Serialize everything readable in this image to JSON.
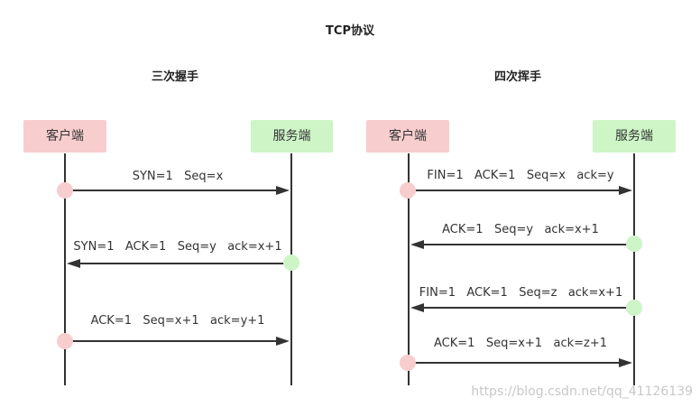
{
  "title": "TCP协议",
  "handshake": {
    "subtitle": "三次握手",
    "client_label": "客户端",
    "server_label": "服务端",
    "messages": [
      "SYN=1   Seq=x",
      "SYN=1   ACK=1   Seq=y   ack=x+1",
      "ACK=1   Seq=x+1   ack=y+1"
    ]
  },
  "wavehand": {
    "subtitle": "四次挥手",
    "client_label": "客户端",
    "server_label": "服务端",
    "messages": [
      "FIN=1   ACK=1   Seq=x   ack=y",
      "ACK=1   Seq=y   ack=x+1",
      "FIN=1   ACK=1   Seq=z   ack=x+1",
      "ACK=1   Seq=x+1   ack=z+1"
    ]
  },
  "watermark": "https://blog.csdn.net/qq_41126139",
  "colors": {
    "client": "#f8cdcd",
    "server": "#cdf5c6",
    "line": "#333333"
  }
}
